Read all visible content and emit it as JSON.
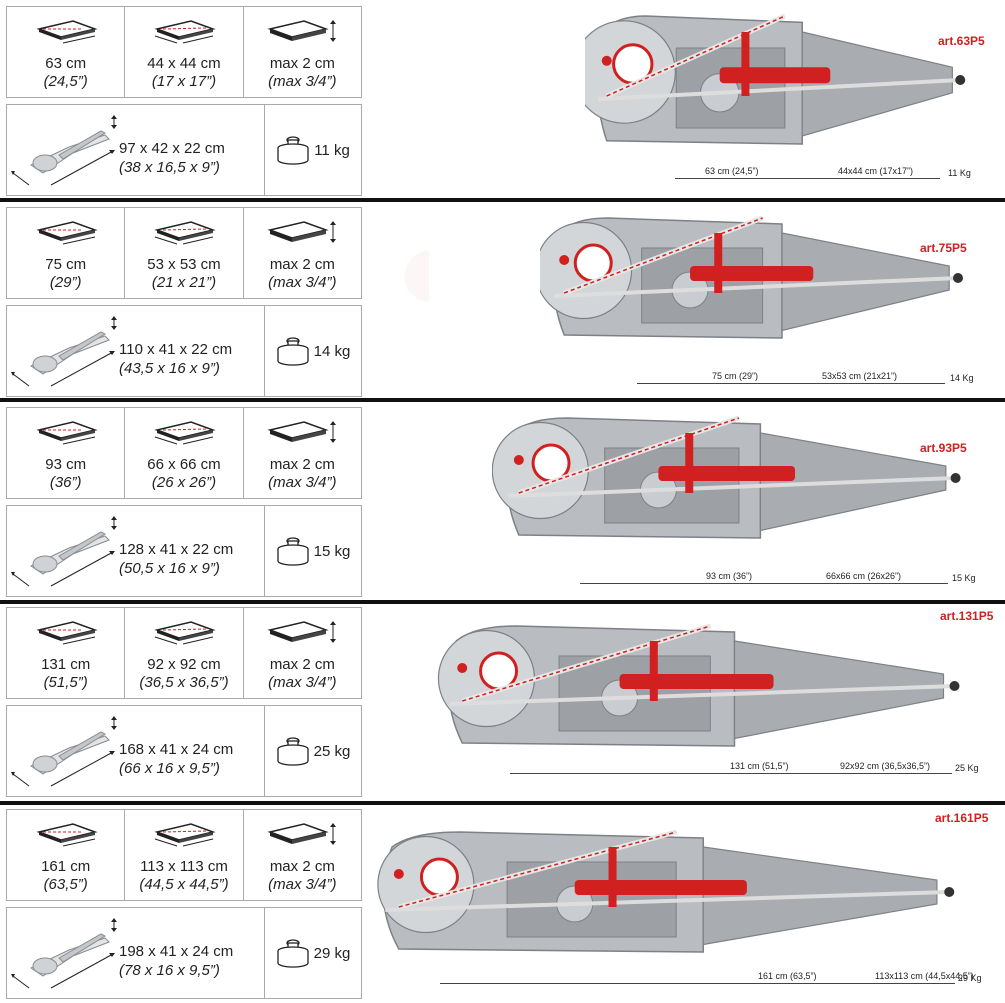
{
  "rows": [
    {
      "length_cm": "63 cm",
      "length_in": "(24,5”)",
      "diag_cm": "44 x 44 cm",
      "diag_in": "(17 x 17”)",
      "thick_cm": "max 2 cm",
      "thick_in": "(max 3/4”)",
      "box_cm": "97 x 42 x 22 cm",
      "box_in": "(38 x 16,5 x 9”)",
      "weight": "11 kg",
      "art": "art.63P5",
      "mini_len": "63 cm (24,5”)",
      "mini_diag": "44x44  cm (17x17”)",
      "mini_wt": "11 Kg"
    },
    {
      "length_cm": "75 cm",
      "length_in": "(29”)",
      "diag_cm": "53 x 53 cm",
      "diag_in": "(21 x 21”)",
      "thick_cm": "max 2 cm",
      "thick_in": "(max 3/4”)",
      "box_cm": "110 x 41 x 22 cm",
      "box_in": "(43,5 x 16 x 9”)",
      "weight": "14 kg",
      "art": "art.75P5",
      "mini_len": "75 cm (29”)",
      "mini_diag": "53x53  cm (21x21”)",
      "mini_wt": "14 Kg"
    },
    {
      "length_cm": "93 cm",
      "length_in": "(36”)",
      "diag_cm": "66 x 66 cm",
      "diag_in": "(26 x 26”)",
      "thick_cm": "max 2 cm",
      "thick_in": "(max 3/4”)",
      "box_cm": "128 x 41 x 22 cm",
      "box_in": "(50,5 x 16 x 9”)",
      "weight": "15 kg",
      "art": "art.93P5",
      "mini_len": "93 cm (36”)",
      "mini_diag": "66x66  cm (26x26”)",
      "mini_wt": "15 Kg"
    },
    {
      "length_cm": "131 cm",
      "length_in": "(51,5”)",
      "diag_cm": "92 x 92 cm",
      "diag_in": "(36,5 x 36,5”)",
      "thick_cm": "max 2 cm",
      "thick_in": "(max 3/4”)",
      "box_cm": "168 x 41 x 24 cm",
      "box_in": "(66 x 16 x 9,5”)",
      "weight": "25 kg",
      "art": "art.131P5",
      "mini_len": "131 cm (51,5”)",
      "mini_diag": "92x92  cm (36,5x36,5”)",
      "mini_wt": "25 Kg"
    },
    {
      "length_cm": "161 cm",
      "length_in": "(63,5”)",
      "diag_cm": "113 x 113 cm",
      "diag_in": "(44,5 x 44,5”)",
      "thick_cm": "max 2 cm",
      "thick_in": "(max 3/4”)",
      "box_cm": "198 x 41 x 24 cm",
      "box_in": "(78 x 16 x 9,5”)",
      "weight": "29 kg",
      "art": "art.161P5",
      "mini_len": "161 cm (63,5”)",
      "mini_diag": "113x113  cm (44,5x44,5”)",
      "mini_wt": "29 Kg"
    }
  ],
  "colors": {
    "accent": "#d02020",
    "machine_body": "#b9bcc0",
    "machine_dark": "#7d8186",
    "watermark": "#e8a0a0"
  },
  "icons": [
    "tile-length-icon",
    "tile-diagonal-icon",
    "tile-thickness-icon",
    "packed-cutter-icon",
    "weight-icon"
  ]
}
